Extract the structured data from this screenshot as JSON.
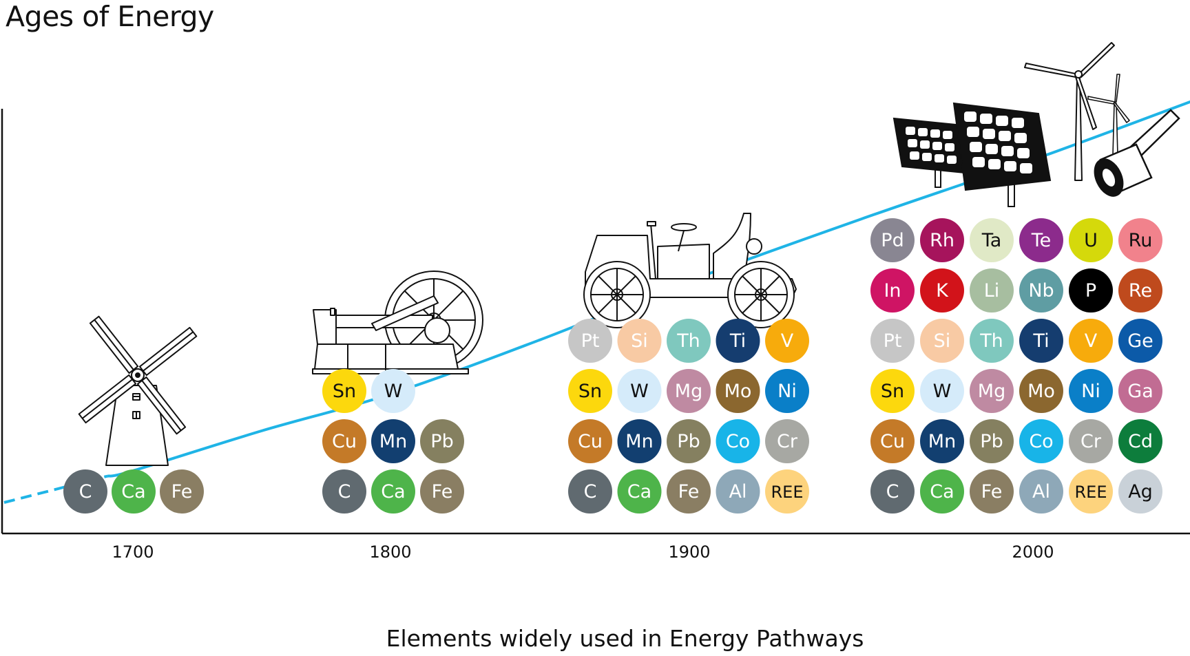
{
  "title": "Ages of Energy",
  "xlabel": "Elements widely used in Energy Pathways",
  "chart_data": {
    "type": "line",
    "title": "Ages of Energy",
    "xlabel": "Elements widely used in Energy Pathways",
    "ylabel": "",
    "x_ticks": [
      "1700",
      "1800",
      "1900",
      "2000"
    ],
    "grid": false,
    "series": [
      {
        "color": "#1fb4e6",
        "x": [
          1650,
          1700,
          1750,
          1800,
          1850,
          1900,
          1950,
          2000,
          2050
        ],
        "y": [
          0.2,
          0.3,
          0.5,
          0.8,
          1.6,
          3.4,
          7.5,
          16.0,
          36.0
        ]
      }
    ],
    "element_groups": [
      {
        "era": "1700",
        "icon": "windmill-icon",
        "rows": [
          [
            "C",
            "Ca",
            "Fe"
          ]
        ]
      },
      {
        "era": "1800",
        "icon": "steam-engine-icon",
        "rows": [
          [
            "Sn",
            "W"
          ],
          [
            "Cu",
            "Mn",
            "Pb"
          ],
          [
            "C",
            "Ca",
            "Fe"
          ]
        ]
      },
      {
        "era": "1900",
        "icon": "automobile-icon",
        "rows": [
          [
            "Pt",
            "Si",
            "Th",
            "Ti",
            "V"
          ],
          [
            "Sn",
            "W",
            "Mg",
            "Mo",
            "Ni"
          ],
          [
            "Cu",
            "Mn",
            "Pb",
            "Co",
            "Cr"
          ],
          [
            "C",
            "Ca",
            "Fe",
            "Al",
            "REE"
          ]
        ]
      },
      {
        "era": "2000",
        "icon": "renewables-icon",
        "rows": [
          [
            "Pd",
            "Rh",
            "Ta",
            "Te",
            "U",
            "Ru"
          ],
          [
            "In",
            "K",
            "Li",
            "Nb",
            "P",
            "Re"
          ],
          [
            "Pt",
            "Si",
            "Th",
            "Ti",
            "V",
            "Ge"
          ],
          [
            "Sn",
            "W",
            "Mg",
            "Mo",
            "Ni",
            "Ga"
          ],
          [
            "Cu",
            "Mn",
            "Pb",
            "Co",
            "Cr",
            "Cd"
          ],
          [
            "C",
            "Ca",
            "Fe",
            "Al",
            "REE",
            "Ag"
          ]
        ]
      }
    ],
    "element_colors": {
      "C": {
        "bg": "#606a70",
        "fg": "#ffffff"
      },
      "Ca": {
        "bg": "#4eb44a",
        "fg": "#ffffff"
      },
      "Fe": {
        "bg": "#8a7e63",
        "fg": "#ffffff"
      },
      "Sn": {
        "bg": "#fcd80d",
        "fg": "#111111"
      },
      "W": {
        "bg": "#d5ebfa",
        "fg": "#111111"
      },
      "Cu": {
        "bg": "#c47a28",
        "fg": "#ffffff"
      },
      "Mn": {
        "bg": "#123f70",
        "fg": "#ffffff"
      },
      "Pb": {
        "bg": "#858060",
        "fg": "#ffffff"
      },
      "Pt": {
        "bg": "#c6c6c6",
        "fg": "#ffffff"
      },
      "Si": {
        "bg": "#f8caa4",
        "fg": "#ffffff"
      },
      "Th": {
        "bg": "#7fc8be",
        "fg": "#ffffff"
      },
      "Ti": {
        "bg": "#153d6f",
        "fg": "#ffffff"
      },
      "V": {
        "bg": "#f7ab0c",
        "fg": "#ffffff"
      },
      "Mg": {
        "bg": "#bf8aa2",
        "fg": "#ffffff"
      },
      "Mo": {
        "bg": "#8b672f",
        "fg": "#ffffff"
      },
      "Ni": {
        "bg": "#0a7fc8",
        "fg": "#ffffff"
      },
      "Co": {
        "bg": "#18b4e8",
        "fg": "#ffffff"
      },
      "Cr": {
        "bg": "#a7a8a3",
        "fg": "#ffffff"
      },
      "Al": {
        "bg": "#8ea8b8",
        "fg": "#ffffff"
      },
      "REE": {
        "bg": "#fdd37d",
        "fg": "#111111"
      },
      "Pd": {
        "bg": "#898692",
        "fg": "#ffffff"
      },
      "Rh": {
        "bg": "#a6145c",
        "fg": "#ffffff"
      },
      "Ta": {
        "bg": "#e0e9c6",
        "fg": "#111111"
      },
      "Te": {
        "bg": "#8c2b8c",
        "fg": "#ffffff"
      },
      "U": {
        "bg": "#d5d90b",
        "fg": "#111111"
      },
      "Ru": {
        "bg": "#f1828c",
        "fg": "#111111"
      },
      "In": {
        "bg": "#cf1464",
        "fg": "#ffffff"
      },
      "K": {
        "bg": "#d2131a",
        "fg": "#ffffff"
      },
      "Li": {
        "bg": "#a7bea0",
        "fg": "#ffffff"
      },
      "Nb": {
        "bg": "#5f9da3",
        "fg": "#ffffff"
      },
      "P": {
        "bg": "#000000",
        "fg": "#ffffff"
      },
      "Re": {
        "bg": "#bf4a1d",
        "fg": "#ffffff"
      },
      "Ge": {
        "bg": "#0c5aa8",
        "fg": "#ffffff"
      },
      "Ga": {
        "bg": "#c16c93",
        "fg": "#ffffff"
      },
      "Cd": {
        "bg": "#0d7d3c",
        "fg": "#ffffff"
      },
      "Ag": {
        "bg": "#c9d1d8",
        "fg": "#111111"
      }
    }
  }
}
